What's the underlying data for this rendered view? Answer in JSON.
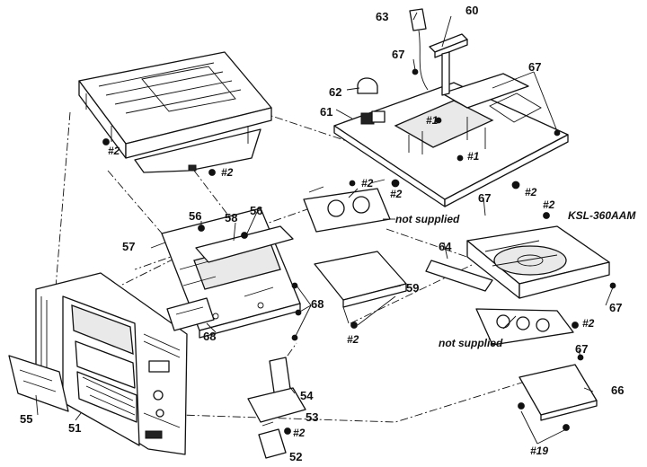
{
  "parts": {
    "p51": "51",
    "p52": "52",
    "p53": "53",
    "p54": "54",
    "p55": "55",
    "p56a": "56",
    "p56b": "56",
    "p57": "57",
    "p58": "58",
    "p59": "59",
    "p60": "60",
    "p61": "61",
    "p62": "62",
    "p63": "63",
    "p64": "64",
    "p66": "66",
    "p67a": "67",
    "p67b": "67",
    "p67c": "67",
    "p67d": "67",
    "p67e": "67",
    "p68a": "68",
    "p68b": "68"
  },
  "screws": {
    "s2a": "#2",
    "s2b": "#2",
    "s2c": "#2",
    "s2d": "#2",
    "s2e": "#2",
    "s2f": "#2",
    "s2g": "#2",
    "s2h": "#2",
    "s2i": "#2",
    "s1a": "#1",
    "s1b": "#1",
    "s19": "#19"
  },
  "notes": {
    "not_supplied_top": "not supplied",
    "not_supplied_bottom": "not supplied"
  },
  "assembly": {
    "optical_pickup": "KSL-360AAM"
  }
}
